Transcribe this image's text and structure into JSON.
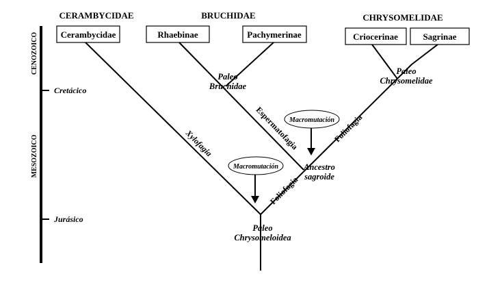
{
  "families": {
    "cerambycidae": "CERAMBYCIDAE",
    "bruchidae": "BRUCHIDAE",
    "chrysomelidae": "CHRYSOMELIDAE"
  },
  "taxa": {
    "cerambycidae": "Cerambycidae",
    "rhaebinae": "Rhaebinae",
    "pachymerinae": "Pachymerinae",
    "criocerinae": "Criocerinae",
    "sagrinae": "Sagrinae"
  },
  "eras": {
    "cenozoico": "CENOZOICO",
    "mesozoico": "MESOZOICO"
  },
  "periods": {
    "cretacico": "Cretácico",
    "jurasico": "Jurásico"
  },
  "clades": {
    "paleo_bruchidae_1": "Paleo",
    "paleo_bruchidae_2": "Bruchidae",
    "paleo_chrysomelidae_1": "Paleo",
    "paleo_chrysomelidae_2": "Chrysomelidae",
    "ancestro_1": "Ancestro",
    "ancestro_2": "sagroide",
    "paleo_chrysomeloidea_1": "Paleo",
    "paleo_chrysomeloidea_2": "Chrysomeloidea"
  },
  "branches": {
    "xylofagia": "Xylofagia",
    "espermatofagia": "Espermatofagia",
    "foliofagia_upper": "Foliofagia",
    "foliofagia_lower": "Foliofagia"
  },
  "events": {
    "macromutacion_upper": "Macromutación",
    "macromutacion_lower": "Macromutación"
  }
}
